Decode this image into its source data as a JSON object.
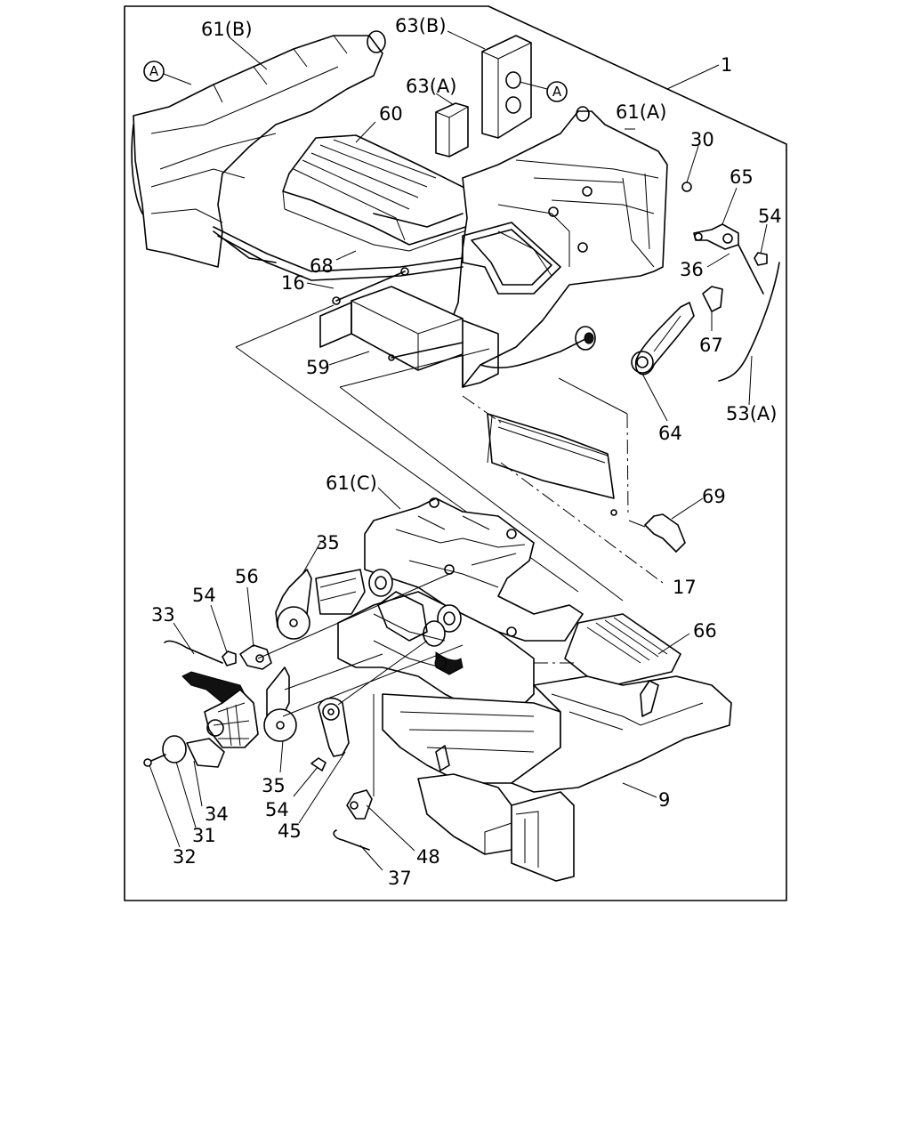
{
  "diagram": {
    "labels": {
      "l61B": "61(B)",
      "l63B": "63(B)",
      "l63A": "63(A)",
      "l60": "60",
      "l61A": "61(A)",
      "l1": "1",
      "l30": "30",
      "l65": "65",
      "l54a": "54",
      "l36": "36",
      "l68": "68",
      "l16": "16",
      "l59": "59",
      "l67": "67",
      "l53A": "53(A)",
      "l64": "64",
      "l61C": "61(C)",
      "l69": "69",
      "l35a": "35",
      "l56": "56",
      "l54b": "54",
      "l33": "33",
      "l17": "17",
      "l66": "66",
      "l35b": "35",
      "l54c": "54",
      "l34": "34",
      "l31": "31",
      "l32": "32",
      "l45": "45",
      "l9": "9",
      "l48": "48",
      "l37": "37"
    },
    "refs": {
      "a1": "A",
      "a2": "A"
    }
  }
}
